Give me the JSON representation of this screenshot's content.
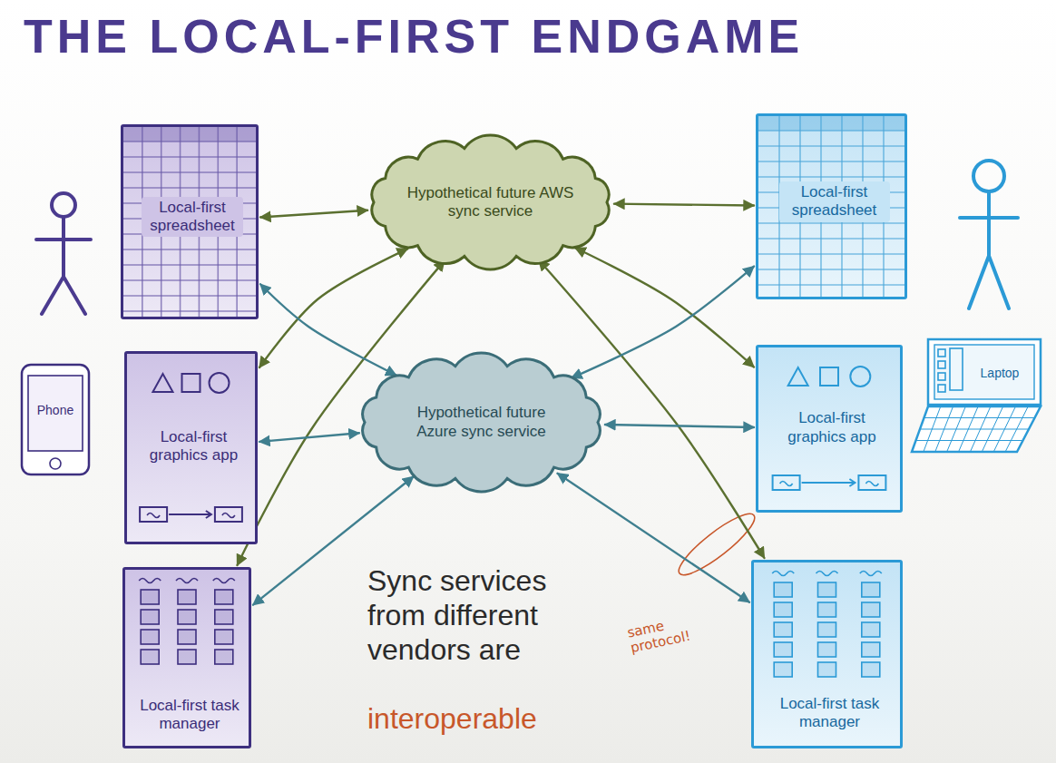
{
  "diagram": {
    "title": "THE LOCAL-FIRST ENDGAME",
    "nodes": [
      {
        "text": [
          "Local-first spreadsheet"
        ]
      },
      {
        "text": [
          "Hypothetical future AWS sync service"
        ]
      },
      {
        "text": [
          "Local-first spreadsheet"
        ]
      },
      {
        "text": [
          "Phone"
        ]
      },
      {
        "text": [
          "Local-first graphics app"
        ]
      },
      {
        "text": [
          "Hypothetical future Azure sync service"
        ]
      },
      {
        "text": [
          "Local-first graphics app"
        ]
      },
      {
        "text": [
          "Laptop"
        ]
      },
      {
        "text": [
          "Local-first task manager"
        ]
      },
      {
        "text": [
          "Local-first task manager"
        ]
      }
    ],
    "edges": [
      {
        "from": 0,
        "to": 1,
        "arrow": "both"
      },
      {
        "from": 4,
        "to": 1,
        "arrow": "both"
      },
      {
        "from": 8,
        "to": 1,
        "arrow": "both"
      },
      {
        "from": 2,
        "to": 1,
        "arrow": "both"
      },
      {
        "from": 6,
        "to": 1,
        "arrow": "both"
      },
      {
        "from": 9,
        "to": 1,
        "arrow": "both"
      },
      {
        "from": 0,
        "to": 5,
        "arrow": "both"
      },
      {
        "from": 4,
        "to": 5,
        "arrow": "both"
      },
      {
        "from": 8,
        "to": 5,
        "arrow": "both"
      },
      {
        "from": 2,
        "to": 5,
        "arrow": "both"
      },
      {
        "from": 6,
        "to": 5,
        "arrow": "both"
      },
      {
        "from": 9,
        "to": 5,
        "arrow": "both"
      }
    ],
    "labels": [
      "same protocol!",
      "Sync services from different vendors are",
      "interoperable"
    ]
  }
}
